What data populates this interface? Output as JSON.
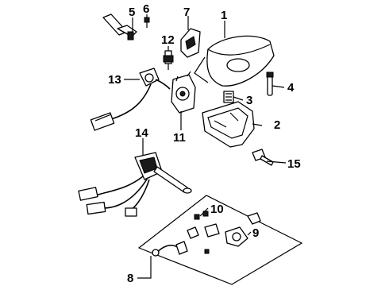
{
  "diagram": {
    "callouts": [
      {
        "id": "1",
        "label": "1"
      },
      {
        "id": "2",
        "label": "2"
      },
      {
        "id": "3",
        "label": "3"
      },
      {
        "id": "4",
        "label": "4"
      },
      {
        "id": "5",
        "label": "5"
      },
      {
        "id": "6",
        "label": "6"
      },
      {
        "id": "7",
        "label": "7"
      },
      {
        "id": "8",
        "label": "8"
      },
      {
        "id": "9",
        "label": "9"
      },
      {
        "id": "10",
        "label": "10"
      },
      {
        "id": "11",
        "label": "11"
      },
      {
        "id": "12",
        "label": "12"
      },
      {
        "id": "13",
        "label": "13"
      },
      {
        "id": "14",
        "label": "14"
      },
      {
        "id": "15",
        "label": "15"
      }
    ]
  }
}
